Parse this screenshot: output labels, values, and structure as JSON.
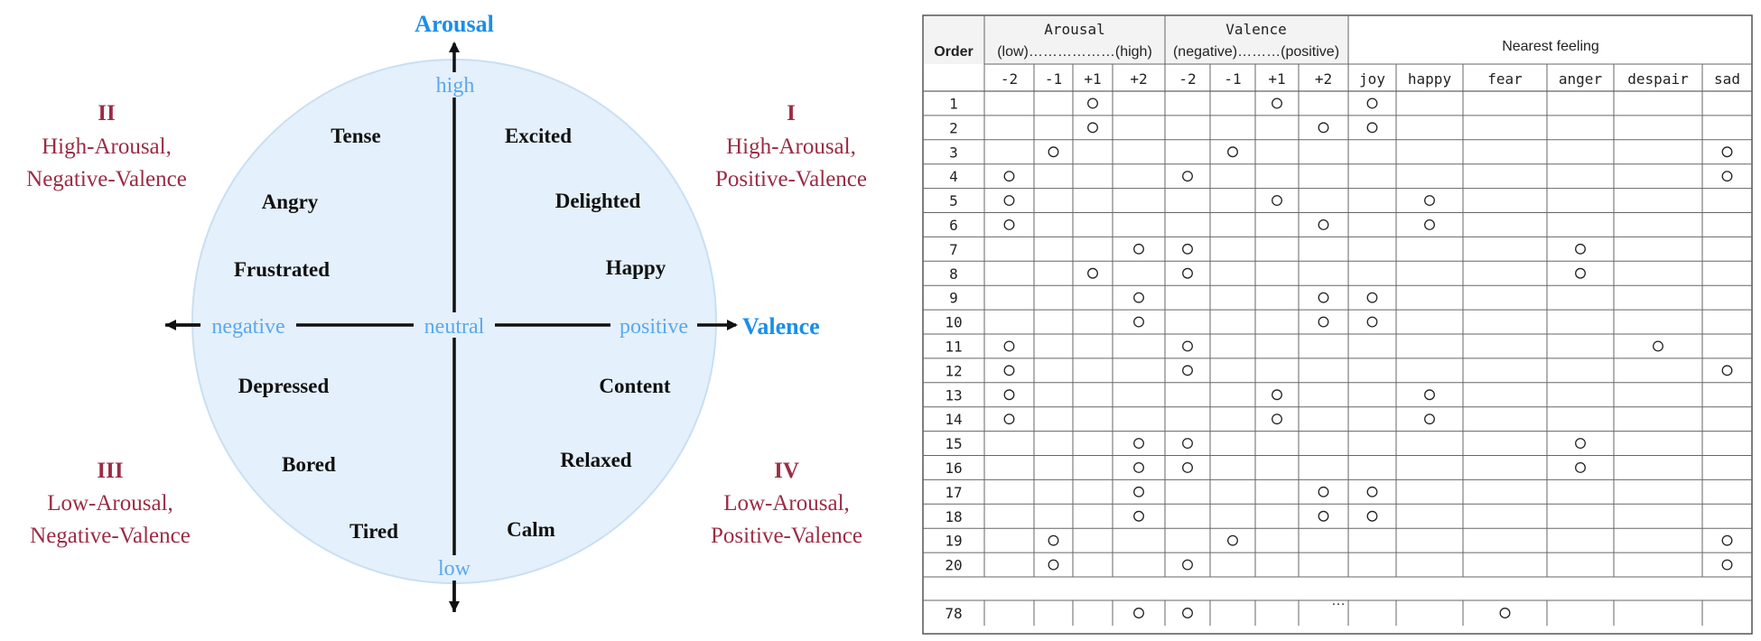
{
  "diagram": {
    "axis_arousal": "Arousal",
    "axis_valence": "Valence",
    "pole_high": "high",
    "pole_low": "low",
    "pole_negative": "negative",
    "pole_positive": "positive",
    "pole_neutral": "neutral",
    "quadrants": [
      {
        "id": "q1",
        "numeral": "I",
        "line1": "High-Arousal,",
        "line2": "Positive-Valence"
      },
      {
        "id": "q2",
        "numeral": "II",
        "line1": "High-Arousal,",
        "line2": "Negative-Valence"
      },
      {
        "id": "q3",
        "numeral": "III",
        "line1": "Low-Arousal,",
        "line2": "Negative-Valence"
      },
      {
        "id": "q4",
        "numeral": "IV",
        "line1": "Low-Arousal,",
        "line2": "Positive-Valence"
      }
    ],
    "emotions": [
      "Tense",
      "Excited",
      "Angry",
      "Delighted",
      "Frustrated",
      "Happy",
      "Depressed",
      "Content",
      "Bored",
      "Relaxed",
      "Tired",
      "Calm"
    ],
    "colors": {
      "circle_fill": "#e4f0fb",
      "circle_stroke": "#c9dff2",
      "quadrant_text": "#9b2c44",
      "axis_title": "#1a8fe8",
      "pole_text": "#5aa8ee"
    }
  },
  "table": {
    "order_header": "Order",
    "arousal_header": "Arousal",
    "arousal_sub": "(low)………………(high)",
    "valence_header": "Valence",
    "valence_sub": "(negative)………(positive)",
    "nearest_header": "Nearest feeling",
    "scale": [
      "-2",
      "-1",
      "+1",
      "+2"
    ],
    "feelings": [
      "joy",
      "happy",
      "fear",
      "anger",
      "despair",
      "sad"
    ],
    "ellipsis": "…",
    "mark": "o",
    "rows": [
      {
        "order": "1",
        "arousal": "+1",
        "valence": "+1",
        "feeling": "joy"
      },
      {
        "order": "2",
        "arousal": "+1",
        "valence": "+2",
        "feeling": "joy"
      },
      {
        "order": "3",
        "arousal": "-1",
        "valence": "-1",
        "feeling": "sad"
      },
      {
        "order": "4",
        "arousal": "-2",
        "valence": "-2",
        "feeling": "sad"
      },
      {
        "order": "5",
        "arousal": "-2",
        "valence": "+1",
        "feeling": "happy"
      },
      {
        "order": "6",
        "arousal": "-2",
        "valence": "+2",
        "feeling": "happy"
      },
      {
        "order": "7",
        "arousal": "+2",
        "valence": "-2",
        "feeling": "anger"
      },
      {
        "order": "8",
        "arousal": "+1",
        "valence": "-2",
        "feeling": "anger"
      },
      {
        "order": "9",
        "arousal": "+2",
        "valence": "+2",
        "feeling": "joy"
      },
      {
        "order": "10",
        "arousal": "+2",
        "valence": "+2",
        "feeling": "joy"
      },
      {
        "order": "11",
        "arousal": "-2",
        "valence": "-2",
        "feeling": "despair"
      },
      {
        "order": "12",
        "arousal": "-2",
        "valence": "-2",
        "feeling": "sad"
      },
      {
        "order": "13",
        "arousal": "-2",
        "valence": "+1",
        "feeling": "happy"
      },
      {
        "order": "14",
        "arousal": "-2",
        "valence": "+1",
        "feeling": "happy"
      },
      {
        "order": "15",
        "arousal": "+2",
        "valence": "-2",
        "feeling": "anger"
      },
      {
        "order": "16",
        "arousal": "+2",
        "valence": "-2",
        "feeling": "anger"
      },
      {
        "order": "17",
        "arousal": "+2",
        "valence": "+2",
        "feeling": "joy"
      },
      {
        "order": "18",
        "arousal": "+2",
        "valence": "+2",
        "feeling": "joy"
      },
      {
        "order": "19",
        "arousal": "-1",
        "valence": "-1",
        "feeling": "sad"
      },
      {
        "order": "20",
        "arousal": "-1",
        "valence": "-2",
        "feeling": "sad"
      },
      {
        "order": "78",
        "arousal": "+2",
        "valence": "-2",
        "feeling": "fear"
      }
    ]
  }
}
